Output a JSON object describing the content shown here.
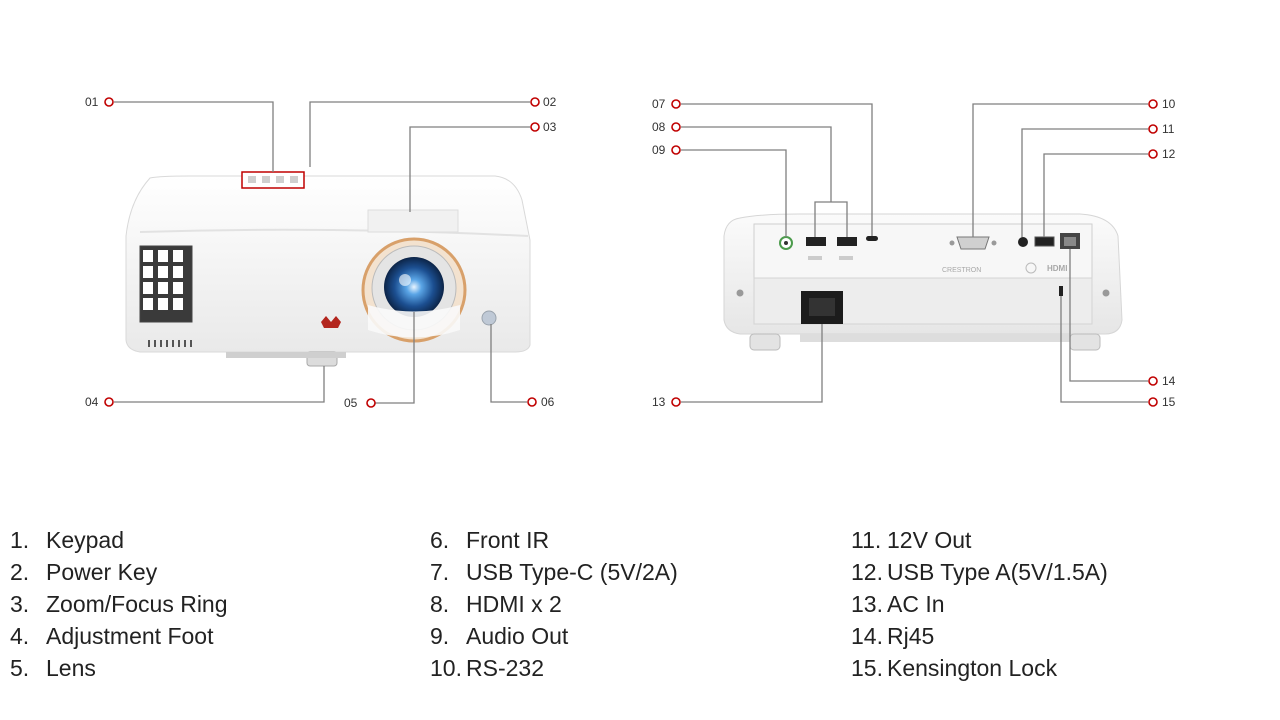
{
  "colors": {
    "leader_line": "#7f7f7f",
    "callout_dot": "#c00000",
    "projector_body": "#f6f6f6",
    "lens_ring": "#d8a06a",
    "lens_glass": "#2f6fb8",
    "brand_mark": "#b3261e"
  },
  "front_view": {
    "callouts": [
      "01",
      "02",
      "03",
      "04",
      "05",
      "06"
    ]
  },
  "rear_view": {
    "callouts": [
      "07",
      "08",
      "09",
      "10",
      "11",
      "12",
      "13",
      "14",
      "15"
    ],
    "printed_labels": [
      "CRESTRON",
      "HDMI"
    ]
  },
  "legend": {
    "column1": [
      {
        "num": "1.",
        "label": "Keypad"
      },
      {
        "num": "2.",
        "label": "Power Key"
      },
      {
        "num": "3.",
        "label": "Zoom/Focus Ring"
      },
      {
        "num": "4.",
        "label": "Adjustment Foot"
      },
      {
        "num": "5.",
        "label": "Lens"
      }
    ],
    "column2": [
      {
        "num": "6.",
        "label": "Front IR"
      },
      {
        "num": "7.",
        "label": "USB Type-C (5V/2A)"
      },
      {
        "num": "8.",
        "label": "HDMI x 2"
      },
      {
        "num": "9.",
        "label": "Audio Out"
      },
      {
        "num": "10.",
        "label": "RS-232"
      }
    ],
    "column3": [
      {
        "num": "11.",
        "label": "12V Out"
      },
      {
        "num": "12.",
        "label": "USB Type A(5V/1.5A)"
      },
      {
        "num": "13.",
        "label": "AC In"
      },
      {
        "num": "14.",
        "label": "Rj45"
      },
      {
        "num": "15.",
        "label": "Kensington Lock"
      }
    ]
  }
}
